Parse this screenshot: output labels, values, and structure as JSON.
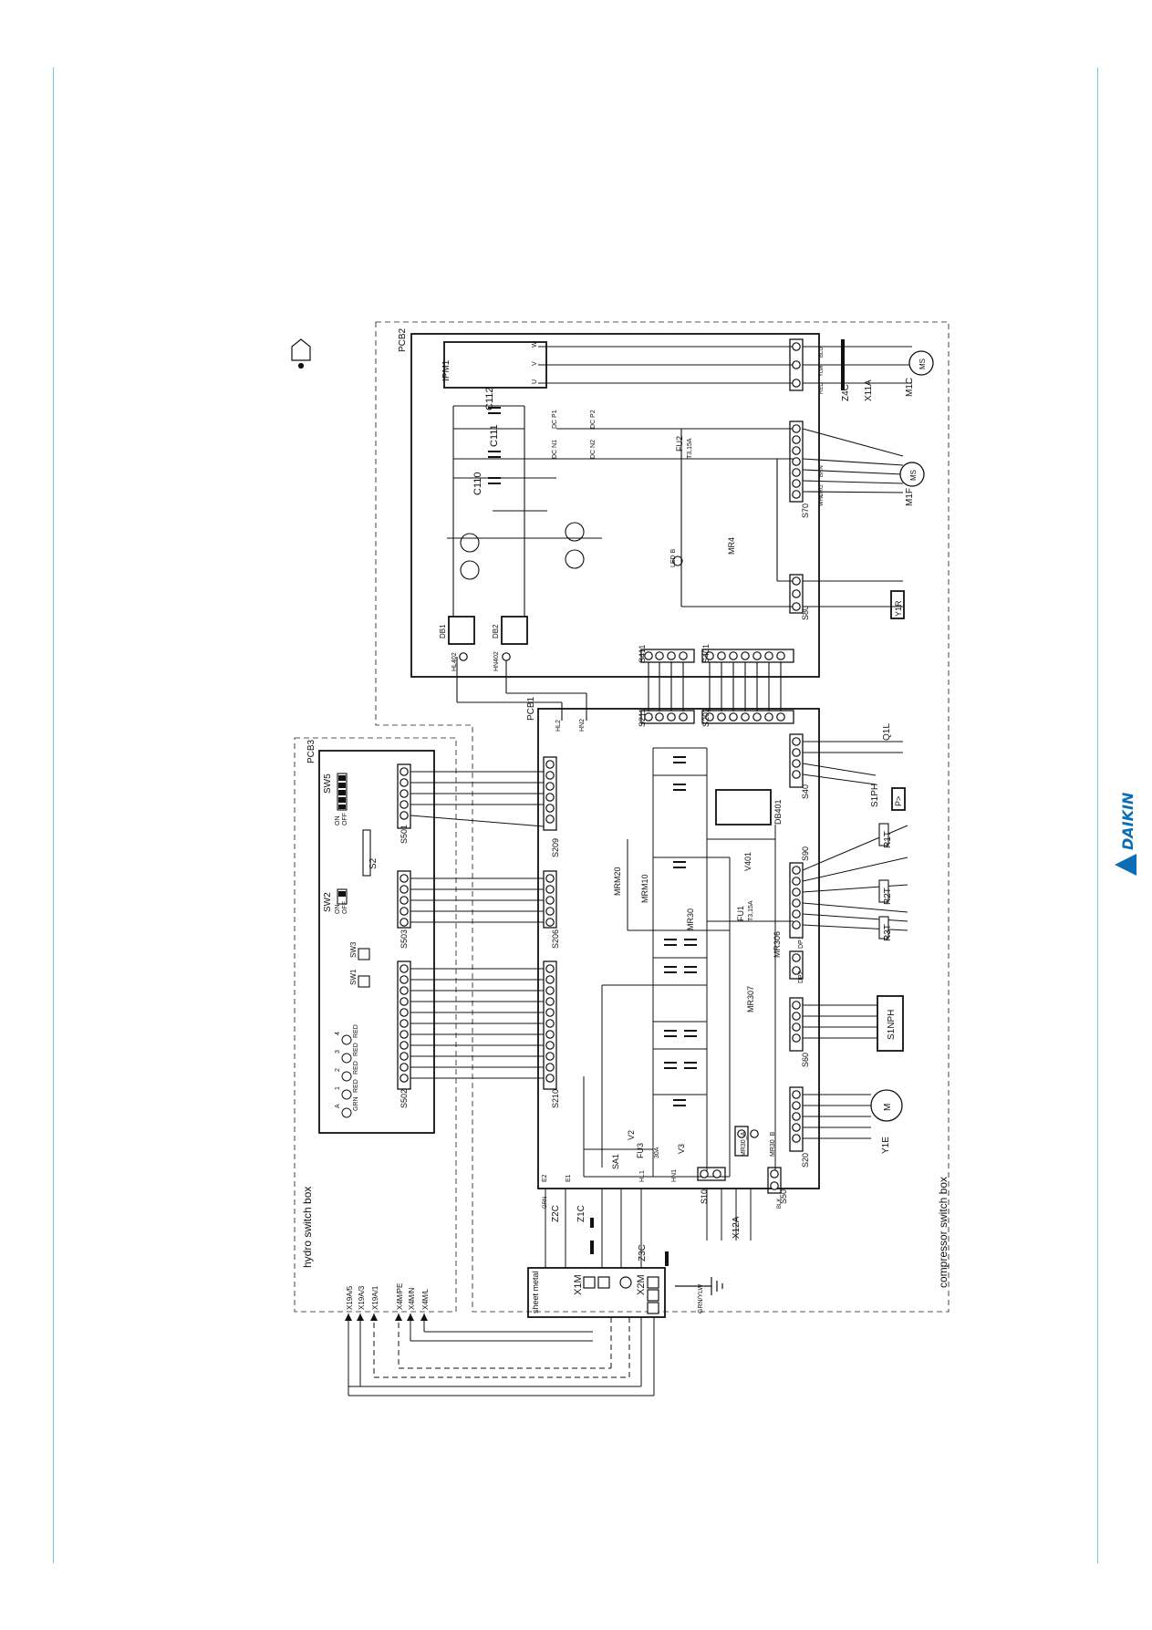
{
  "brand": {
    "name": "DAIKIN",
    "color": "#0b6db3"
  },
  "colors": {
    "margin_line": "#7cc6ee",
    "wire": "#111111",
    "dash": "#555555"
  },
  "boxes": {
    "hydro": "hydro switch box",
    "compressor": "compressor switch box",
    "sheet_metal": "sheet metal"
  },
  "boards": {
    "pcb1": "PCB1",
    "pcb2": "PCB2",
    "pcb3": "PCB3",
    "ipm": "IPM1"
  },
  "pcb2_labels": {
    "caps": [
      "C110",
      "C111",
      "C112"
    ],
    "dc": [
      "DC P1",
      "DC N1",
      "DC P2",
      "DC N2"
    ],
    "db": [
      "DB1",
      "DB2"
    ],
    "hl402": "HL402",
    "hn402": "HN402",
    "led": "LED B",
    "mr4": "MR4",
    "fu2": "FU2",
    "fu2_rating": "T3,15A",
    "s70": "S70",
    "s80": "S80",
    "s401": "S401",
    "s411": "S411",
    "uvw": [
      "U",
      "V",
      "W"
    ]
  },
  "pcb1_labels": {
    "s209": "S209",
    "s206": "S206",
    "s210": "S210",
    "s211": "S211",
    "s202": "S202",
    "s40": "S40",
    "s90": "S90",
    "s60": "S60",
    "s20": "S20",
    "s10": "S10",
    "s50": "S50",
    "hl2": "HL2",
    "hn2": "HN2",
    "hl1": "HL1",
    "hn1": "HN1",
    "e1": "E1",
    "e2": "E2",
    "db401": "DB401",
    "mrm10": "MRM10",
    "mrm20": "MRM20",
    "mr30": "MR30",
    "mr306": "MR306",
    "mr307": "MR307",
    "mr30a": "MR30_A",
    "mr30b": "MR30_B",
    "v401": "V401",
    "v2": "V2",
    "v3": "V3",
    "sa1": "SA1",
    "fu1": "FU1",
    "fu1_rating": "T3,15A",
    "fu3": "FU3",
    "fu3_rating": "30A",
    "dp1": "DP1",
    "dp2": "DP2"
  },
  "pcb3_labels": {
    "sw5": "SW5",
    "sw2": "SW2",
    "sw1": "SW1",
    "sw3": "SW3",
    "s2": "S2",
    "s501": "S501",
    "s503": "S503",
    "s502": "S502",
    "on": "ON",
    "off": "OFF",
    "leds": [
      "A",
      "1",
      "2",
      "3",
      "4"
    ],
    "led_colors": [
      "GRN",
      "RED",
      "RED",
      "RED",
      "RED"
    ]
  },
  "external": {
    "m1c": "M1C",
    "m1f": "M1F",
    "ms": "MS",
    "z4c": "Z4C",
    "x11a": "X11A",
    "y1r": "Y1R",
    "q1l": "Q1L",
    "s1ph": "S1PH",
    "p_gt": "P>",
    "r1t": "R1T",
    "r2t": "R2T",
    "r3t": "R3T",
    "s1nph": "S1NPH",
    "y1e": "Y1E",
    "m": "M",
    "x12a": "X12A",
    "x1m": "X1M",
    "x2m": "X2M",
    "z1c": "Z1C",
    "z2c": "Z2C",
    "z3c": "Z3C",
    "grnylw": "GRN/YLW",
    "x19a": [
      "X19A/5",
      "X19A/3",
      "X19A/1"
    ],
    "x4m": [
      "X4M/PE",
      "X4M/N",
      "X4M/L"
    ],
    "wire_colors": [
      "RED",
      "BLU",
      "BRN",
      "BLK",
      "WHT",
      "GRN",
      "ORG",
      "YLW"
    ]
  }
}
